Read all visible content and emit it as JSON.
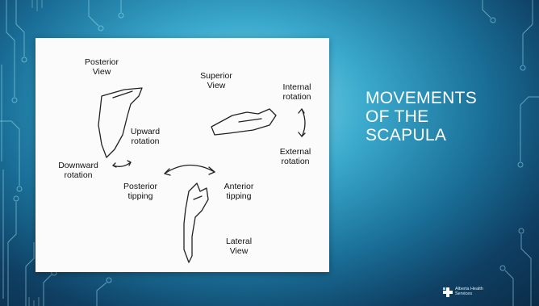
{
  "slide": {
    "title_lines": [
      "MOVEMENTS",
      "OF THE",
      "SCAPULA"
    ]
  },
  "figure": {
    "labels": {
      "posterior_view": "Posterior\nView",
      "superior_view": "Superior\nView",
      "internal_rotation": "Internal\nrotation",
      "external_rotation": "External\nrotation",
      "upward_rotation": "Upward\nrotation",
      "downward_rotation": "Downward\nrotation",
      "posterior_tipping": "Posterior\ntipping",
      "anterior_tipping": "Anterior\ntipping",
      "lateral_view": "Lateral\nView"
    }
  },
  "logo": {
    "text": "Alberta Health\nServices"
  },
  "colors": {
    "title": "#ffffff",
    "background_center": "#8fe0f0",
    "background_edge": "#0b2c48",
    "circuit_lines": "#9fe3f3"
  }
}
